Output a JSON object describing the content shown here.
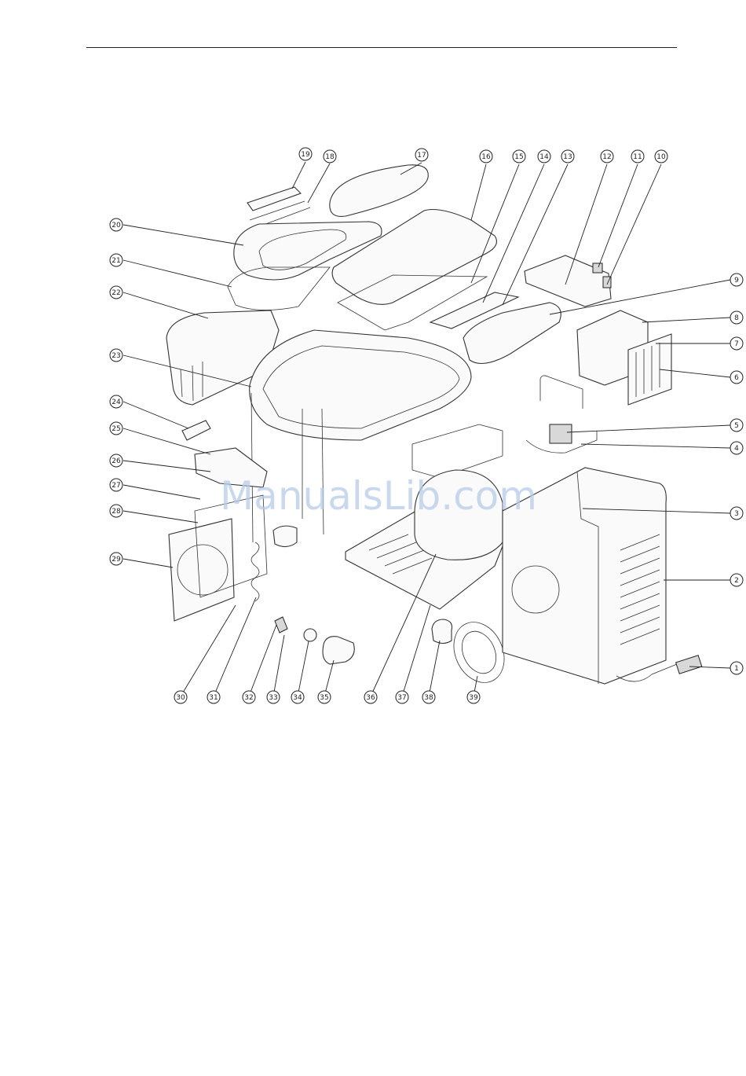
{
  "diagram": {
    "callouts": [
      {
        "label": "1"
      },
      {
        "label": "2"
      },
      {
        "label": "3"
      },
      {
        "label": "4"
      },
      {
        "label": "5"
      },
      {
        "label": "6"
      },
      {
        "label": "7"
      },
      {
        "label": "8"
      },
      {
        "label": "9"
      },
      {
        "label": "10"
      },
      {
        "label": "11"
      },
      {
        "label": "12"
      },
      {
        "label": "13"
      },
      {
        "label": "14"
      },
      {
        "label": "15"
      },
      {
        "label": "16"
      },
      {
        "label": "17"
      },
      {
        "label": "18"
      },
      {
        "label": "19"
      },
      {
        "label": "20"
      },
      {
        "label": "21"
      },
      {
        "label": "22"
      },
      {
        "label": "23"
      },
      {
        "label": "24"
      },
      {
        "label": "25"
      },
      {
        "label": "26"
      },
      {
        "label": "27"
      },
      {
        "label": "28"
      },
      {
        "label": "29"
      },
      {
        "label": "30"
      },
      {
        "label": "31"
      },
      {
        "label": "32"
      },
      {
        "label": "33"
      },
      {
        "label": "34"
      },
      {
        "label": "35"
      },
      {
        "label": "36"
      },
      {
        "label": "37"
      },
      {
        "label": "38"
      },
      {
        "label": "39"
      }
    ]
  },
  "watermark": {
    "text": "ManualsLib.com"
  }
}
